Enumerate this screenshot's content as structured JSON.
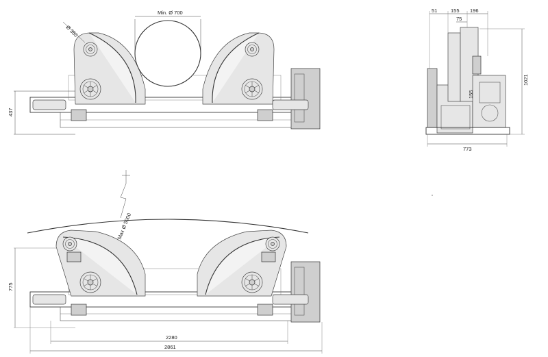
{
  "dimensions": {
    "top_min_diameter": "Min. Ø 700",
    "top_wheel_diameter": "Ø 350",
    "top_height": "437",
    "side_width_a": "51",
    "side_width_b": "155",
    "side_width_c": "196",
    "side_width_d": "75",
    "side_small": "155",
    "side_height": "1021",
    "side_base_width": "773",
    "bottom_max_diameter": "Max Ø 5000",
    "bottom_height": "775",
    "bottom_inner_width": "2280",
    "bottom_total_width": "2861"
  }
}
